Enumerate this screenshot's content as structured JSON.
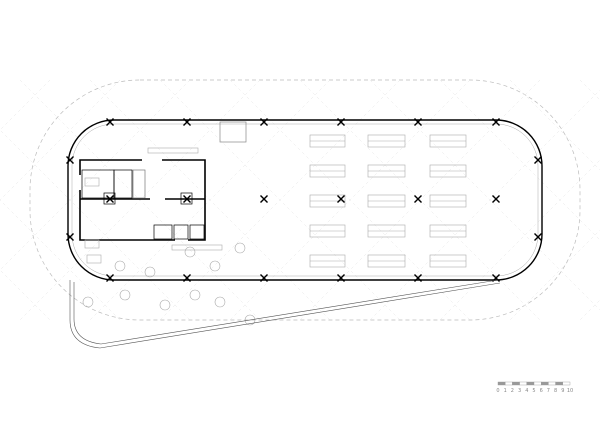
{
  "drawing": {
    "type": "architectural floor plan",
    "line_color": "#000000",
    "site_color": "#bbbbbb",
    "furniture_color": "#aaaaaa"
  },
  "scale_bar": {
    "labels": [
      "0",
      "1",
      "2",
      "3",
      "4",
      "5",
      "6",
      "7",
      "8",
      "9",
      "10"
    ],
    "fill_color": "#999999"
  }
}
